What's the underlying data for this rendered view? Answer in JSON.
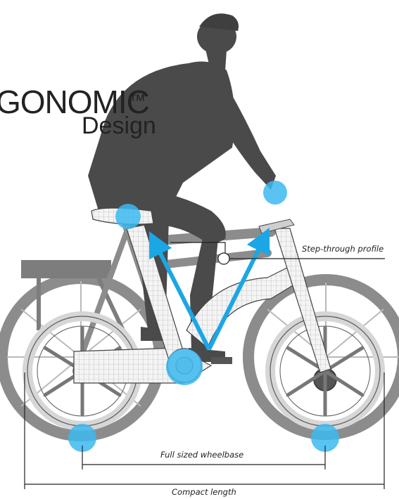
{
  "brand": {
    "title": "GONOMIC",
    "trademark": "™",
    "subtitle": "Design"
  },
  "callouts": {
    "step_through": "Step-through profile",
    "wheelbase": "Full sized wheelbase",
    "length": "Compact length"
  },
  "colors": {
    "accent": "#1ba6e6",
    "highlight": "#3cb8f0",
    "silhouette": "#4a4a4a",
    "bike_grey": "#8c8c8c",
    "wireframe": "#f2f2f2",
    "lines": "#222222"
  }
}
